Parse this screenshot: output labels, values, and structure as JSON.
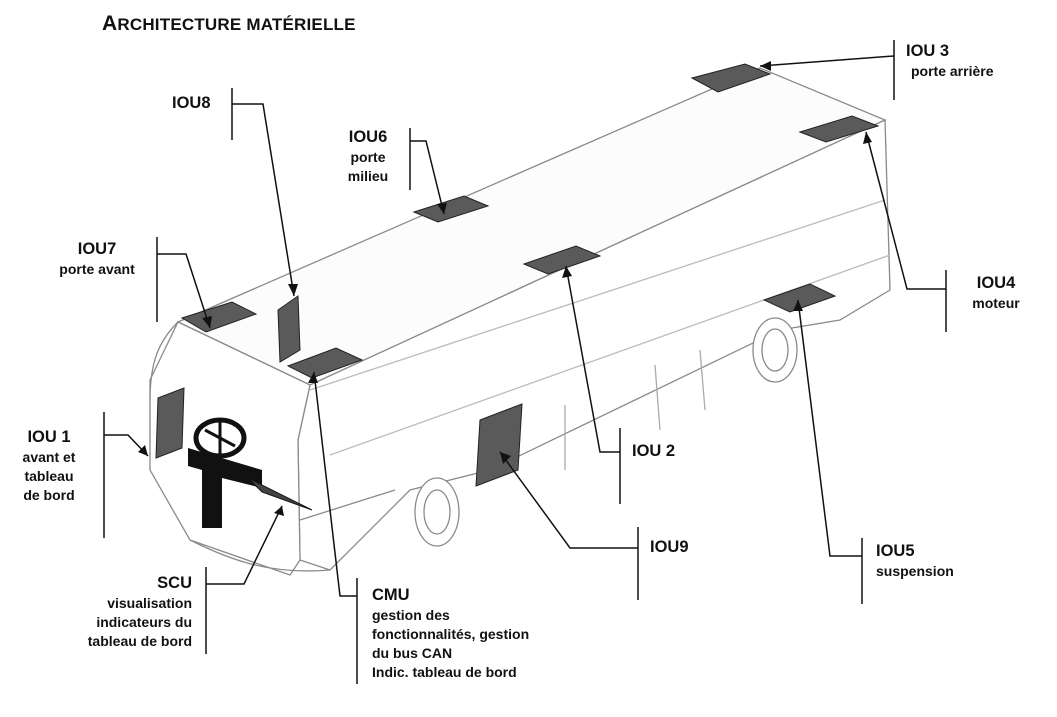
{
  "title": {
    "first": "A",
    "rest": "RCHITECTURE MATÉRIELLE"
  },
  "labels": {
    "iou8": {
      "name": "IOU8",
      "desc": ""
    },
    "iou6": {
      "name": "IOU6",
      "desc1": "porte",
      "desc2": "milieu"
    },
    "iou3": {
      "name": "IOU 3",
      "desc": "porte arrière"
    },
    "iou7": {
      "name": "IOU7",
      "desc": "porte avant"
    },
    "iou4": {
      "name": "IOU4",
      "desc": "moteur"
    },
    "iou1": {
      "name": "IOU 1",
      "desc1": "avant et",
      "desc2": "tableau",
      "desc3": "de bord"
    },
    "iou2": {
      "name": "IOU 2"
    },
    "iou9": {
      "name": "IOU9"
    },
    "iou5": {
      "name": "IOU5",
      "desc": "suspension"
    },
    "scu": {
      "name": "SCU",
      "desc1": "visualisation",
      "desc2": "indicateurs du",
      "desc3": "tableau de bord"
    },
    "cmu": {
      "name": "CMU",
      "desc1": "gestion des",
      "desc2": "fonctionnalités, gestion",
      "desc3": "du bus CAN",
      "desc4": "Indic. tableau de bord"
    }
  },
  "colors": {
    "line": "#111111",
    "bus_stroke": "#888888",
    "module": "#555555",
    "bg": "#ffffff"
  }
}
